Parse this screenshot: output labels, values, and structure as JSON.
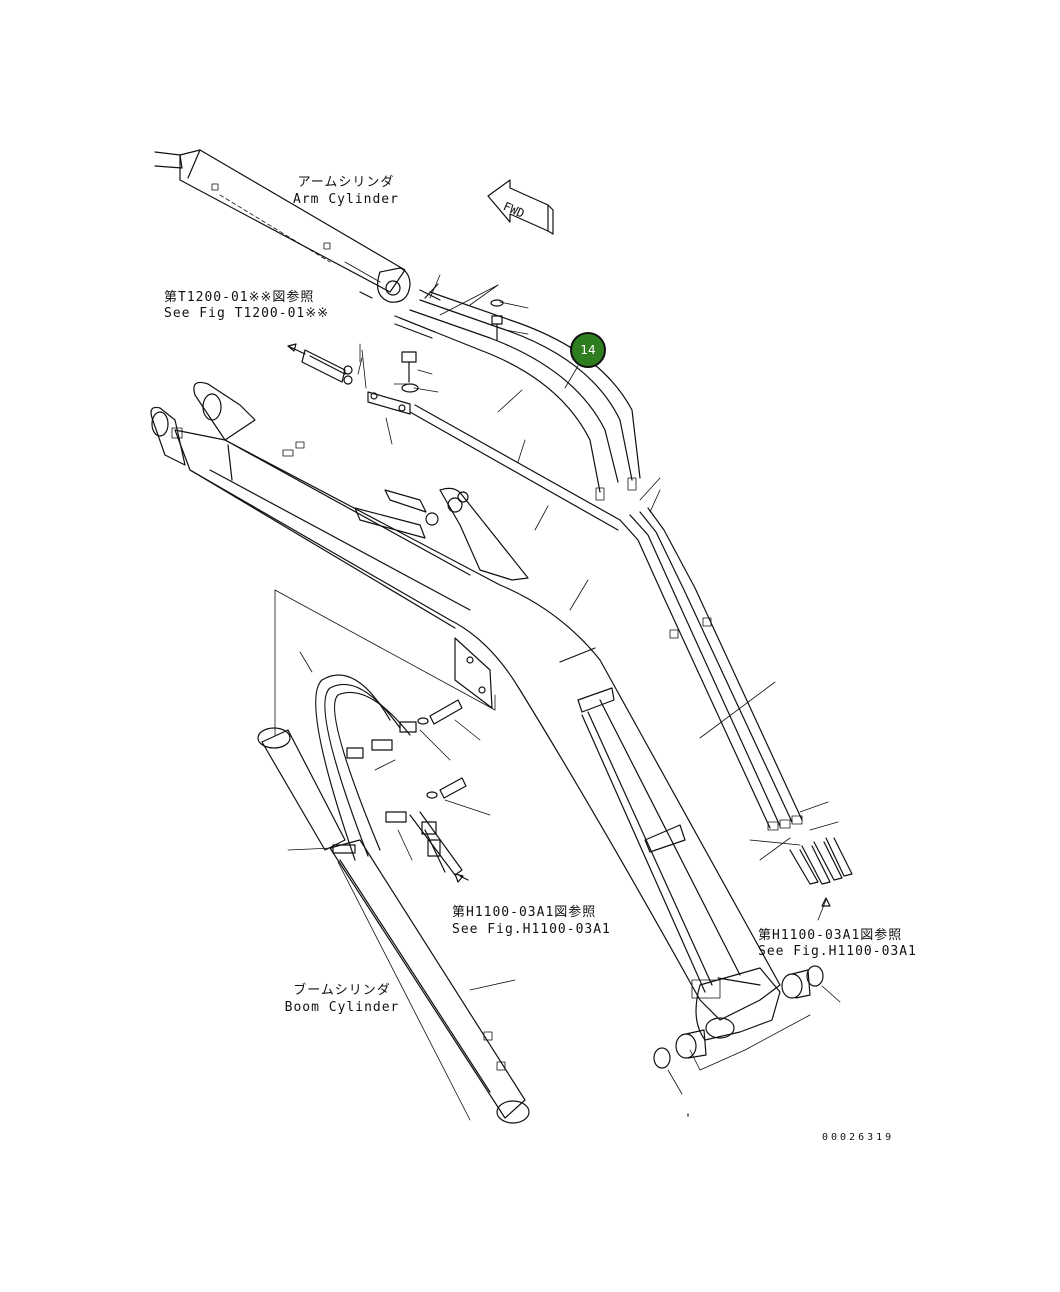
{
  "labels": {
    "arm_cylinder_jp": "アームシリンダ",
    "arm_cylinder_en": "Arm Cylinder",
    "see_t1200_jp": "第T1200-01※※図参照",
    "see_t1200_en": "See Fig T1200-01※※",
    "fwd": "FWD",
    "see_h1100_left_jp": "第H1100-03A1図参照",
    "see_h1100_left_en": "See Fig.H1100-03A1",
    "see_h1100_right_jp": "第H1100-03A1図参照",
    "see_h1100_right_en": "See Fig.H1100-03A1",
    "boom_cylinder_jp": "ブームシリンダ",
    "boom_cylinder_en": "Boom Cylinder",
    "figure_number": "00026319"
  },
  "callouts": [
    {
      "number": "14",
      "color": "#2e7d1f"
    }
  ]
}
